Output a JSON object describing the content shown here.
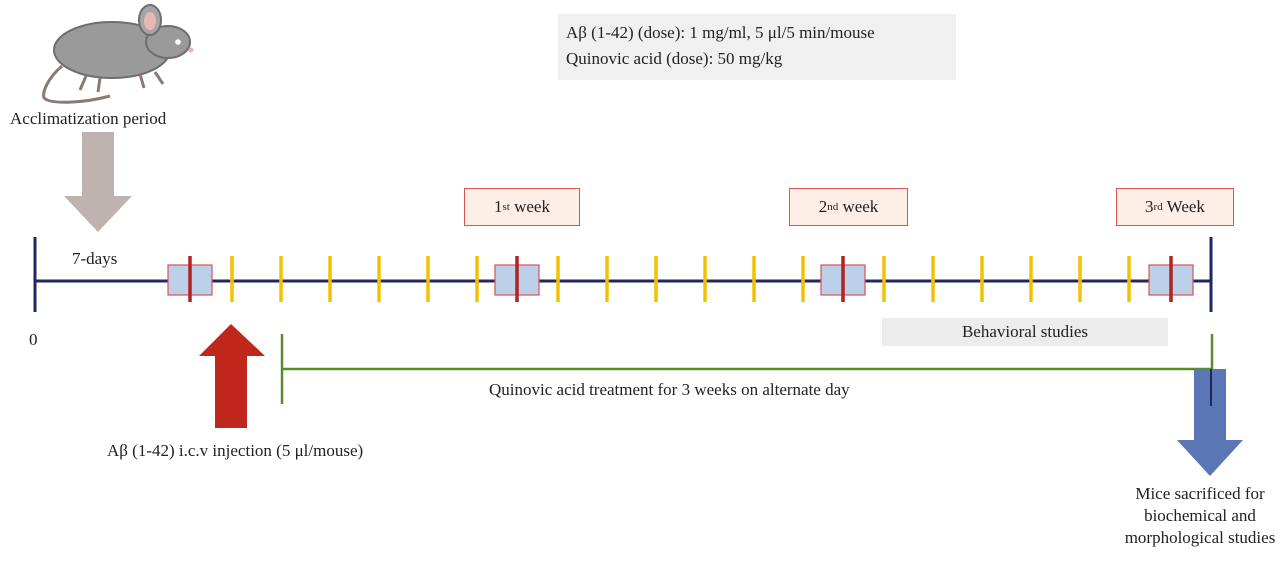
{
  "header": {
    "dose_line_1": "Aβ (1-42) (dose): 1 mg/ml, 5 μl/5 min/mouse",
    "dose_line_2": "Quinovic acid (dose): 50 mg/kg"
  },
  "labels": {
    "acclimatization": "Acclimatization period",
    "seven_days": "7-days",
    "zero": "0",
    "injection": "Aβ (1-42) i.c.v injection (5 μl/mouse)",
    "treatment": "Quinovic acid treatment for 3 weeks on alternate day",
    "behavioral": "Behavioral studies",
    "sacrifice": "Mice sacrificed for biochemical and morphological studies"
  },
  "weeks": [
    {
      "num": "1",
      "sup": "st",
      "word": " week"
    },
    {
      "num": "2",
      "sup": "nd",
      "word": " week"
    },
    {
      "num": "3",
      "sup": "rd",
      "word": " Week"
    }
  ],
  "colors": {
    "timeline": "#1f2a5a",
    "tick": "#f2c200",
    "injection_mark": "#b22222",
    "treatment_line": "#5b8c2a",
    "acclimatization_arrow": "#bfb3b0",
    "injection_arrow": "#c0271c",
    "sacrifice_arrow": "#5b76b5"
  }
}
